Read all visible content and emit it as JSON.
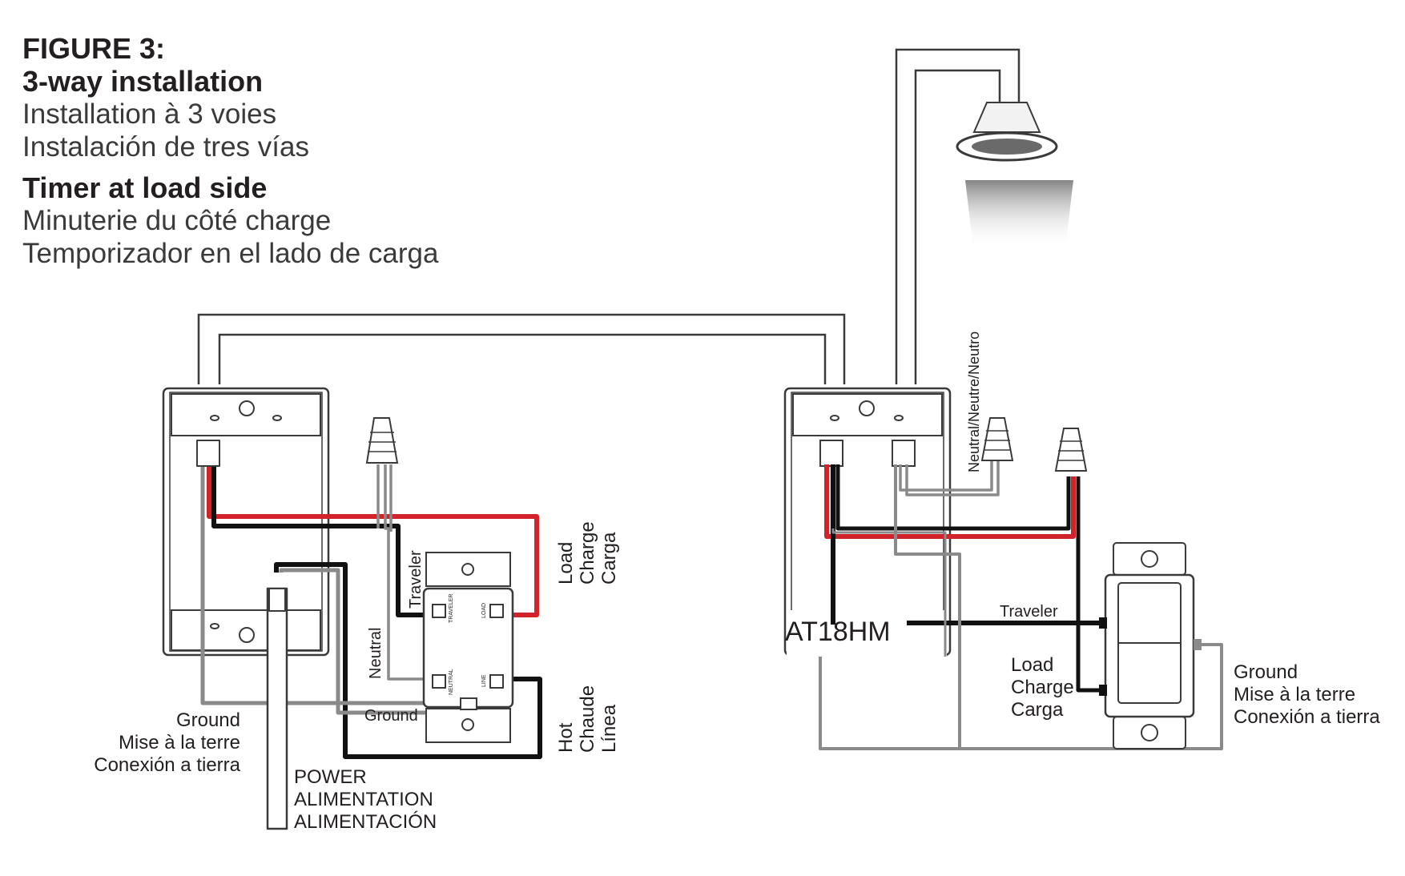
{
  "title": {
    "figure": "FIGURE 3:",
    "heading_en": "3-way installation",
    "heading_fr": "Installation à 3 voies",
    "heading_es": "Instalación de tres vías",
    "subheading_en": "Timer at load side",
    "subheading_fr": "Minuterie du côté charge",
    "subheading_es": "Temporizador en el lado de carga"
  },
  "labels": {
    "load_left": [
      "Load",
      "Charge",
      "Carga"
    ],
    "hot": [
      "Hot",
      "Chaude",
      "Línea"
    ],
    "traveler_left": "Traveler",
    "neutral_left": "Neutral",
    "ground_inner": "Ground",
    "ground_left": [
      "Ground",
      "Mise à la terre",
      "Conexión a tierra"
    ],
    "power": [
      "POWER",
      "ALIMENTATION",
      "ALIMENTACIÓN"
    ],
    "neutral_right": "Neutral/Neutre/Neutro",
    "model": "AT18HM",
    "traveler_right": "Traveler",
    "load_right": [
      "Load",
      "Charge",
      "Carga"
    ],
    "ground_right": [
      "Ground",
      "Mise à la terre",
      "Conexión a tierra"
    ],
    "terminal_traveler": "TRAVELER",
    "terminal_load": "LOAD",
    "terminal_neutral": "NEUTRAL",
    "terminal_line": "LINE"
  },
  "colors": {
    "black_wire": "#111111",
    "red_wire": "#d2232a",
    "gray_wire": "#8a8a8a",
    "outline": "#3a3a3a"
  }
}
